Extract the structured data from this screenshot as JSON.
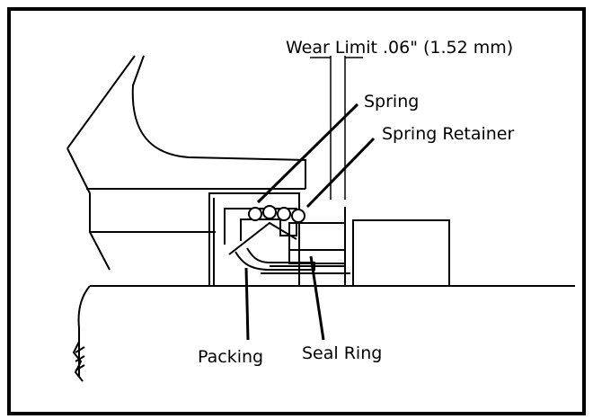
{
  "labels": {
    "wear_limit": "Wear Limit .06\" (1.52 mm)",
    "spring": "Spring",
    "spring_retainer": "Spring Retainer",
    "packing": "Packing",
    "seal_ring": "Seal Ring"
  },
  "colors": {
    "ink": "#000000",
    "paper": "#ffffff"
  }
}
